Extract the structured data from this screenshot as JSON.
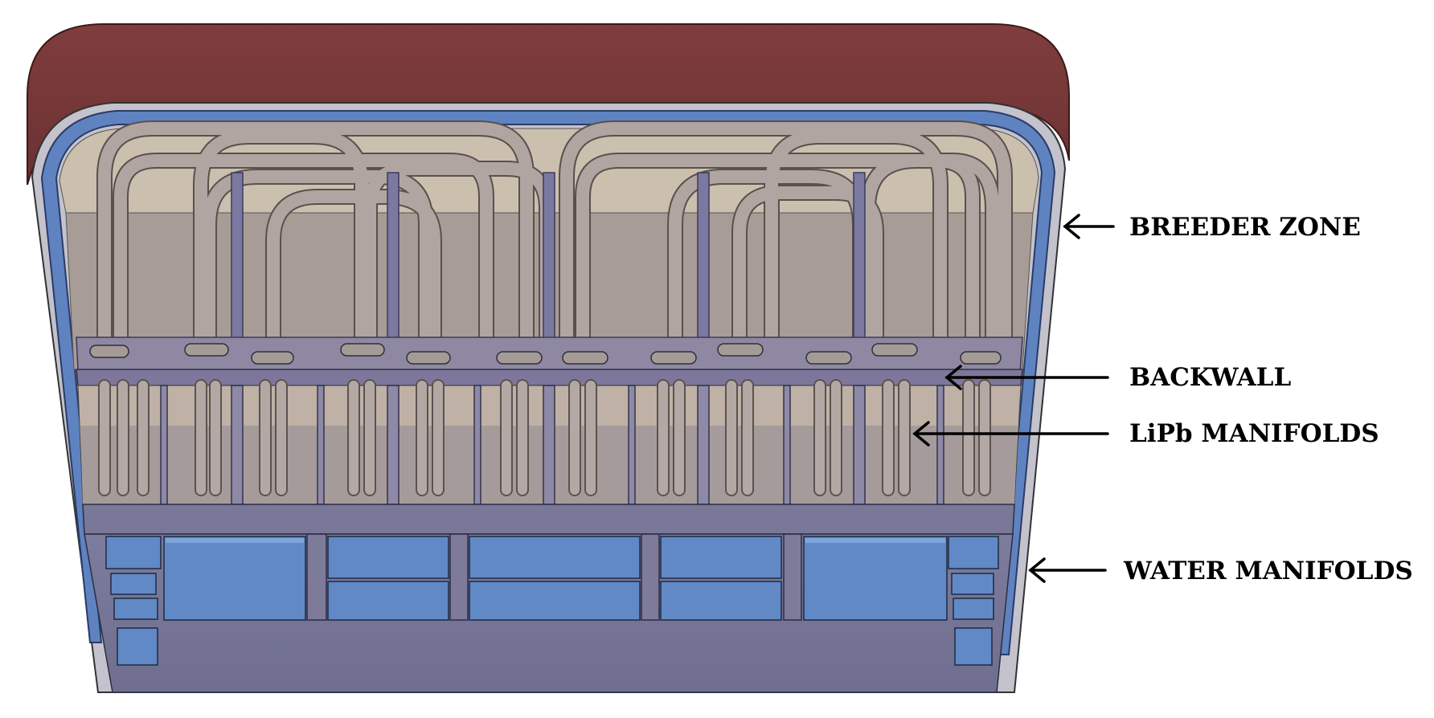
{
  "labels": {
    "breeder_zone": "BREEDER ZONE",
    "backwall": "BACKWALL",
    "lipb_manifolds": "LiPb MANIFOLDS",
    "water_manifolds": "WATER MANIFOLDS"
  },
  "colors": {
    "cover": "#743737",
    "cover_highlight": "#8a4545",
    "blue_frame": "#5e83c0",
    "breeder_fill": "#c9bcab",
    "breeder_fill_lower": "#a69a96",
    "lipb_fill": "#bfb0a4",
    "backwall_plate": "#8d87a3",
    "pipe": "#aea39f",
    "stiffener": "#7b79a0",
    "water_block": "#6089c6",
    "base_plate": "#767596",
    "text": "#000000"
  }
}
